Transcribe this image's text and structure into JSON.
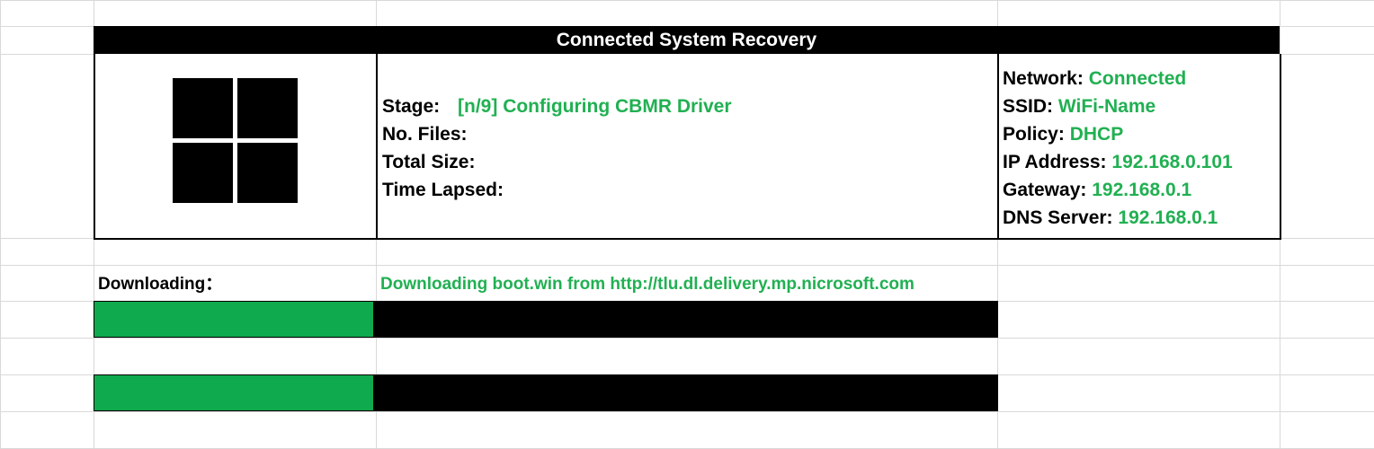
{
  "title": "Connected System Recovery",
  "logo_icon": "windows-logo-icon",
  "status": {
    "stage_label": "Stage:",
    "stage_value": "[n/9]  Configuring CBMR Driver",
    "files_label": "No. Files:",
    "size_label": "Total Size:",
    "time_label": "Time Lapsed:"
  },
  "network": {
    "network_label": "Network:",
    "network_value": "Connected",
    "ssid_label": "SSID:",
    "ssid_value": "WiFi-Name",
    "policy_label": "Policy:",
    "policy_value": "DHCP",
    "ip_label": "IP Address:",
    "ip_value": "192.168.0.101",
    "gateway_label": "Gateway:",
    "gateway_value": "192.168.0.1",
    "dns_label": "DNS Server:",
    "dns_value": "192.168.0.1"
  },
  "download": {
    "label": "Downloading：",
    "message": "Downloading boot.win from http://tlu.dl.delivery.mp.nicrosoft.com"
  },
  "progress_bars": [
    {
      "fraction": 0.31
    },
    {
      "fraction": 0.31
    }
  ],
  "colors": {
    "accent_green": "#21b052",
    "progress_fill": "#0fa94e",
    "bar_background": "#000000"
  }
}
